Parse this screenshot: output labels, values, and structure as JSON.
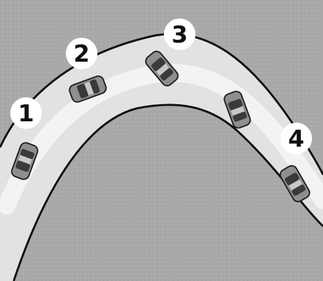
{
  "colors": {
    "ground": "#a9a9a9",
    "road": "#e4e4e4",
    "road_center": "#f4f4f4",
    "edge_line": "#111111",
    "car_body": "#8f8f8f",
    "car_glass": "#3a3a3a",
    "marker_fill": "#ffffff",
    "marker_text": "#111111"
  },
  "markers": [
    {
      "label": "1"
    },
    {
      "label": "2"
    },
    {
      "label": "3"
    },
    {
      "label": "4"
    }
  ],
  "cars": [
    {
      "id": "car-1"
    },
    {
      "id": "car-2"
    },
    {
      "id": "car-3"
    },
    {
      "id": "car-4"
    },
    {
      "id": "car-5"
    }
  ]
}
